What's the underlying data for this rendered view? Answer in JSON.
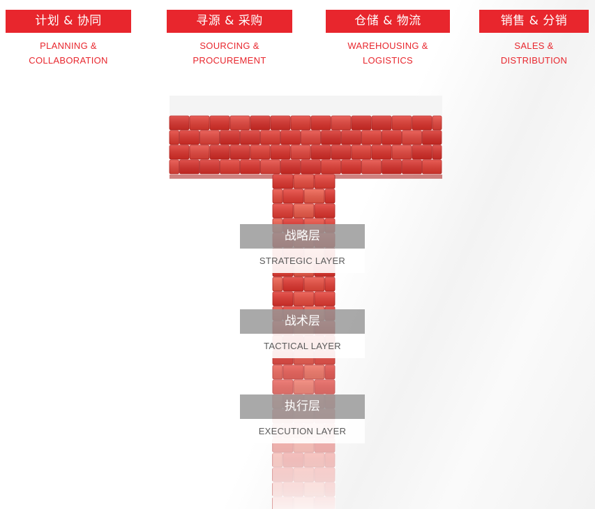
{
  "categories": [
    {
      "zh": "计划 & 协同",
      "en": "PLANNING &\nCOLLABORATION"
    },
    {
      "zh": "寻源 & 采购",
      "en": "SOURCING &\nPROCUREMENT"
    },
    {
      "zh": "仓储 & 物流",
      "en": "WAREHOUSING &\nLOGISTICS"
    },
    {
      "zh": "销售 & 分销",
      "en": "SALES &\nDISTRIBUTION"
    }
  ],
  "layers": [
    {
      "zh": "战略层",
      "en": "STRATEGIC LAYER"
    },
    {
      "zh": "战术层",
      "en": "TACTICAL LAYER"
    },
    {
      "zh": "执行层",
      "en": "EXECUTION LAYER"
    }
  ],
  "colors": {
    "accent": "#e8262d",
    "brick": "#e0312b",
    "label_band": "#969696"
  }
}
